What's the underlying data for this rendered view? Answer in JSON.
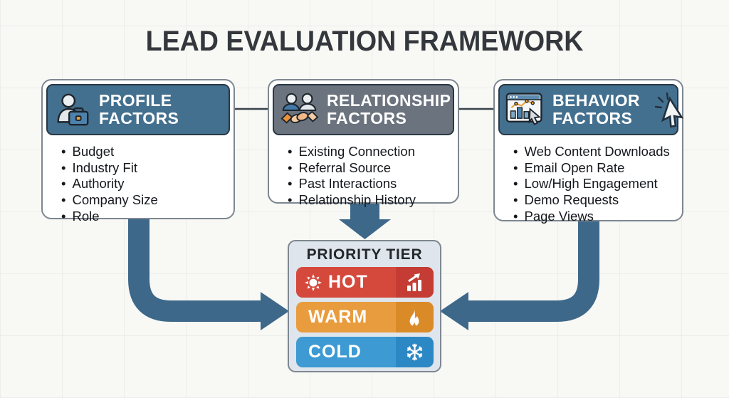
{
  "title": "LEAD EVALUATION FRAMEWORK",
  "colors": {
    "arrow": "#3d6889",
    "connector_line": "#3a434d",
    "box_border": "#7e8791",
    "header_blue": "#44708f",
    "header_gray": "#6b737e",
    "priority_bg": "#dee5ec",
    "page_bg": "#f8f8f5",
    "title_text": "#34383d"
  },
  "factor_boxes": [
    {
      "title_line1": "PROFILE",
      "title_line2": "FACTORS",
      "header_color": "#44708f",
      "icon": "person-briefcase-icon",
      "items": [
        "Budget",
        "Industry Fit",
        "Authority",
        "Company Size",
        "Role"
      ]
    },
    {
      "title_line1": "RELATIONSHIP",
      "title_line2": "FACTORS",
      "header_color": "#6b737e",
      "icon": "handshake-icon",
      "items": [
        "Existing Connection",
        "Referral Source",
        "Past Interactions",
        "Relationship History"
      ]
    },
    {
      "title_line1": "BEHAVIOR",
      "title_line2": "FACTORS",
      "header_color": "#44708f",
      "icon": "analytics-window-icon",
      "secondary_icon": "click-cursor-icon",
      "items": [
        "Web Content Downloads",
        "Email Open Rate",
        "Low/High Engagement",
        "Demo Requests",
        "Page Views"
      ]
    }
  ],
  "priority_tier": {
    "title": "PRIORITY TIER",
    "tiers": [
      {
        "label": "HOT",
        "color": "#d5493d",
        "accent": "#c43c33",
        "left_icon": "sun-icon",
        "right_icon": "growth-chart-icon"
      },
      {
        "label": "WARM",
        "color": "#e99c3e",
        "accent": "#db8a28",
        "right_icon": "flame-icon"
      },
      {
        "label": "COLD",
        "color": "#3d9ad3",
        "accent": "#2c88c4",
        "right_icon": "snowflake-icon"
      }
    ]
  }
}
